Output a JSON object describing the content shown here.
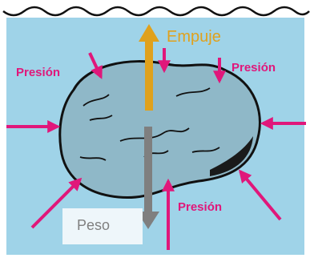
{
  "labels": {
    "buoyancy": "Empuje",
    "weight": "Peso",
    "pressure_top_left": "Presión",
    "pressure_top_right": "Presión",
    "pressure_bottom_right": "Presión"
  },
  "colors": {
    "water": "#9fd3e8",
    "stone": "#8fb8c8",
    "pressure": "#e0177a",
    "buoyancy": "#e0a11c",
    "weight": "#7f7f7f",
    "outline": "#111111"
  }
}
